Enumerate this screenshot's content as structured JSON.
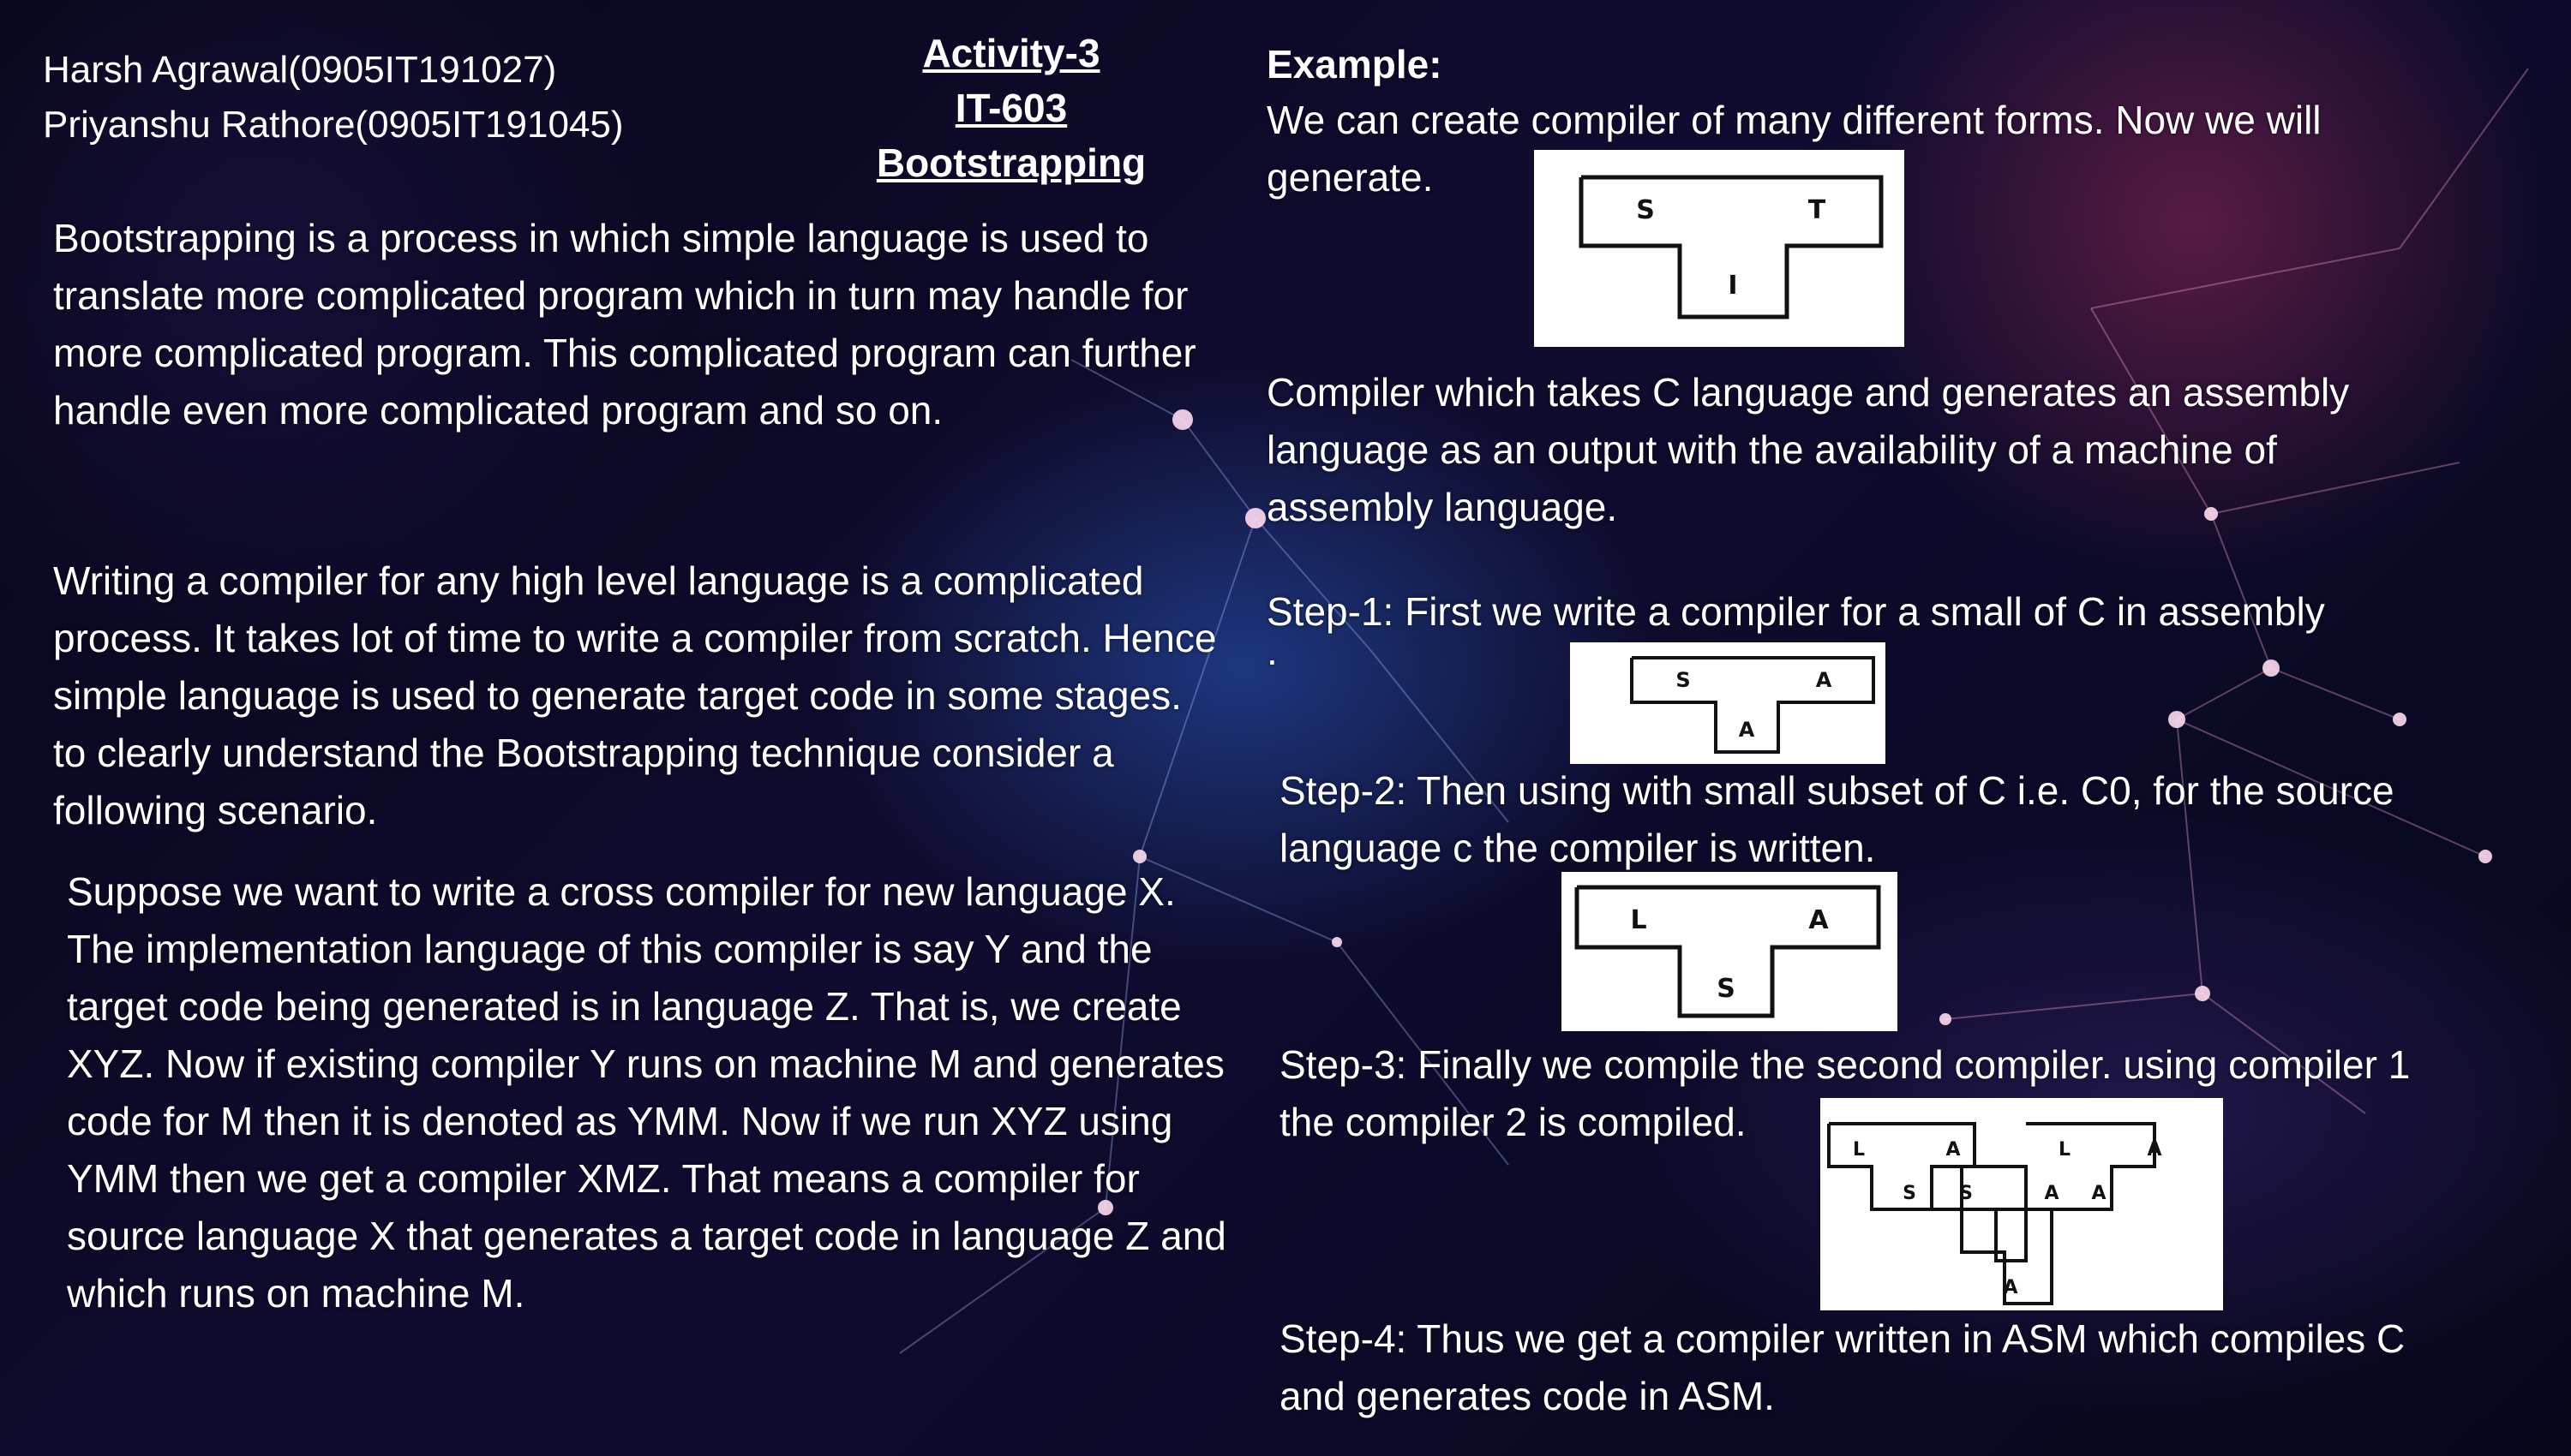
{
  "authors": [
    "Harsh Agrawal(0905IT191027)",
    "Priyanshu Rathore(0905IT191045)"
  ],
  "heading": {
    "line1": "Activity-3",
    "line2": "IT-603",
    "line3": "Bootstrapping"
  },
  "left": {
    "para1": "Bootstrapping is a process in which simple language is used to translate more complicated program which in turn may handle for more complicated program. This complicated program can further handle even more complicated program and so on.",
    "para2": "Writing a compiler for any high level language is a complicated process. It takes lot of time to write a compiler from scratch. Hence simple language is used to generate target code in some stages. to clearly understand the Bootstrapping technique consider a following scenario.",
    "para3": "Suppose we want to write a cross compiler for new language X. The implementation language of this compiler is say Y and the target code being generated is in language Z. That is, we create XYZ. Now if existing compiler Y runs on machine M and generates code for M then it is denoted as YMM. Now if we run XYZ using YMM then we get a compiler XMZ. That means a compiler for source language X that generates a target code in language Z and which runs on machine M."
  },
  "right": {
    "example_label": "Example:",
    "example_text": "We can create compiler of many different forms. Now we will generate.",
    "c_text": "Compiler which takes C language and generates an assembly language as an output with the availability of a machine of assembly language.",
    "step1": "Step-1: First we write a compiler for a small of C in assembly",
    "step1_tail": ".",
    "step2": "Step-2: Then using with small subset of C i.e. C0, for the source language c the compiler is written.",
    "step3": "Step-3: Finally we compile the second compiler. using compiler 1 the compiler 2 is compiled.",
    "step4": "Step-4: Thus we get a compiler written in ASM which compiles C and generates code in ASM."
  },
  "diagrams": {
    "d1": {
      "source": "S",
      "target": "T",
      "impl": "I"
    },
    "d2": {
      "source": "S",
      "target": "A",
      "impl": "A"
    },
    "d3": {
      "source": "L",
      "target": "A",
      "impl": "S"
    },
    "d4": {
      "t1_source": "L",
      "t1_target": "A",
      "t1_impl": "S",
      "t2_source": "S",
      "t2_target": "A",
      "t2_impl": "A",
      "t3_source": "L",
      "t3_target": "A",
      "t3_impl": "A"
    }
  },
  "colors": {
    "background": "#0b0a28",
    "text": "#ffffff",
    "diagram_bg": "#ffffff",
    "diagram_ink": "#111111"
  }
}
